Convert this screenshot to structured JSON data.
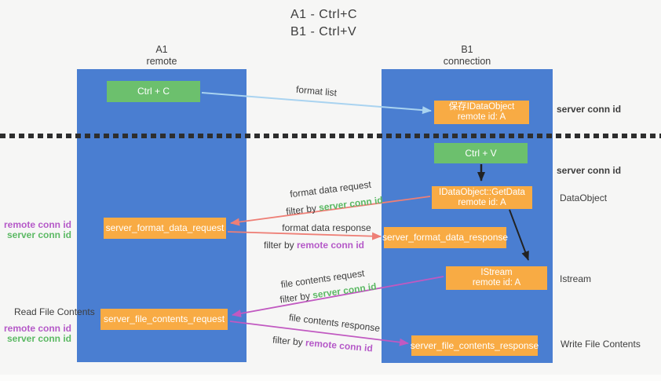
{
  "title": {
    "line1": "A1 - Ctrl+C",
    "line2": "B1 - Ctrl+V"
  },
  "colors": {
    "bg": "#f6f6f5",
    "column_blue": "#4a7ed1",
    "box_green": "#6cc06d",
    "box_orange": "#f8ab44",
    "label_green": "#5cb964",
    "label_purple": "#b559c8",
    "text_dark": "#3d3d3d",
    "dash_dark": "#2e2e2e",
    "arrow_lightblue": "#a9d3f0",
    "arrow_black": "#222222",
    "arrow_salmon": "#ee7f76",
    "arrow_magenta": "#c159c1"
  },
  "columns": {
    "a": {
      "title": "A1",
      "subtitle": "remote"
    },
    "b": {
      "title": "B1",
      "subtitle": "connection"
    }
  },
  "nodes": {
    "ctrl_c": {
      "label": "Ctrl + C"
    },
    "save_dataobject": {
      "line1": "保存IDataObject",
      "line2": "remote id: A"
    },
    "ctrl_v": {
      "label": "Ctrl + V"
    },
    "getdata": {
      "line1": "IDataObject::GetData",
      "line2": "remote id: A"
    },
    "format_request": {
      "label": "server_format_data_request"
    },
    "format_response": {
      "label": "server_format_data_response"
    },
    "istream": {
      "line1": "IStream",
      "line2": "remote id: A"
    },
    "file_request": {
      "label": "server_file_contents_request"
    },
    "file_response": {
      "label": "server_file_contents_response"
    }
  },
  "flow_labels": {
    "format_list": "format list",
    "format_data_request": "format data request",
    "format_data_request_filter": {
      "prefix": "filter by ",
      "keyword": "server conn id"
    },
    "format_data_response": "format data response",
    "format_data_response_filter": {
      "prefix": "filter by ",
      "keyword": "remote conn id"
    },
    "file_contents_request": "file contents request",
    "file_contents_request_filter": {
      "prefix": "filter by ",
      "keyword": "server conn id"
    },
    "file_contents_response": "file contents response",
    "file_contents_response_filter": {
      "prefix": "filter by ",
      "keyword": "remote conn id"
    }
  },
  "side_labels": {
    "right": {
      "server_conn_id_top": "server conn id",
      "server_conn_id_mid": "server conn id",
      "dataobject": "DataObject",
      "istream": "Istream",
      "write_file_contents": "Write File Contents"
    },
    "left": {
      "format_pair": {
        "remote": "remote conn id",
        "server": "server conn id"
      },
      "read_file_contents": "Read File Contents",
      "file_pair": {
        "remote": "remote conn id",
        "server": "server conn id"
      }
    }
  }
}
